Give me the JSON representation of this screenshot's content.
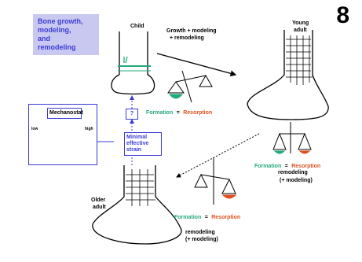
{
  "page_number": "8",
  "title_box": [
    "Bone growth,",
    "modeling,",
    "and",
    "remodeling"
  ],
  "labels": {
    "child": "Child",
    "young_adult": [
      "Young",
      "adult"
    ],
    "older_adult": [
      "Older",
      "adult"
    ],
    "growth_modeling": [
      "Growth + modeling",
      "+ remodeling"
    ],
    "remodeling_modeling_right": [
      "remodeling",
      "(+ modeling)"
    ],
    "remodeling_modeling_bottom": [
      "remodeling",
      "(+ modeling)"
    ],
    "question": "?",
    "mechanostat": "Mechanostat",
    "mu_box": [
      "Minimal",
      "effective",
      "strain"
    ],
    "inset_side": [
      "low",
      "high"
    ]
  },
  "balances": [
    {
      "formation": "Formation",
      "equals": "=",
      "resorption": "Resorption"
    },
    {
      "formation": "Formation",
      "equals": "=",
      "resorption": "Resorption"
    },
    {
      "formation": "Formation",
      "equals": "=",
      "resorption": "Resorption"
    }
  ],
  "colors": {
    "blue_box_bg": "#c8c8f0",
    "blue_text": "#3b3bd6",
    "formation": "#22aa77",
    "resorption": "#e05020"
  }
}
